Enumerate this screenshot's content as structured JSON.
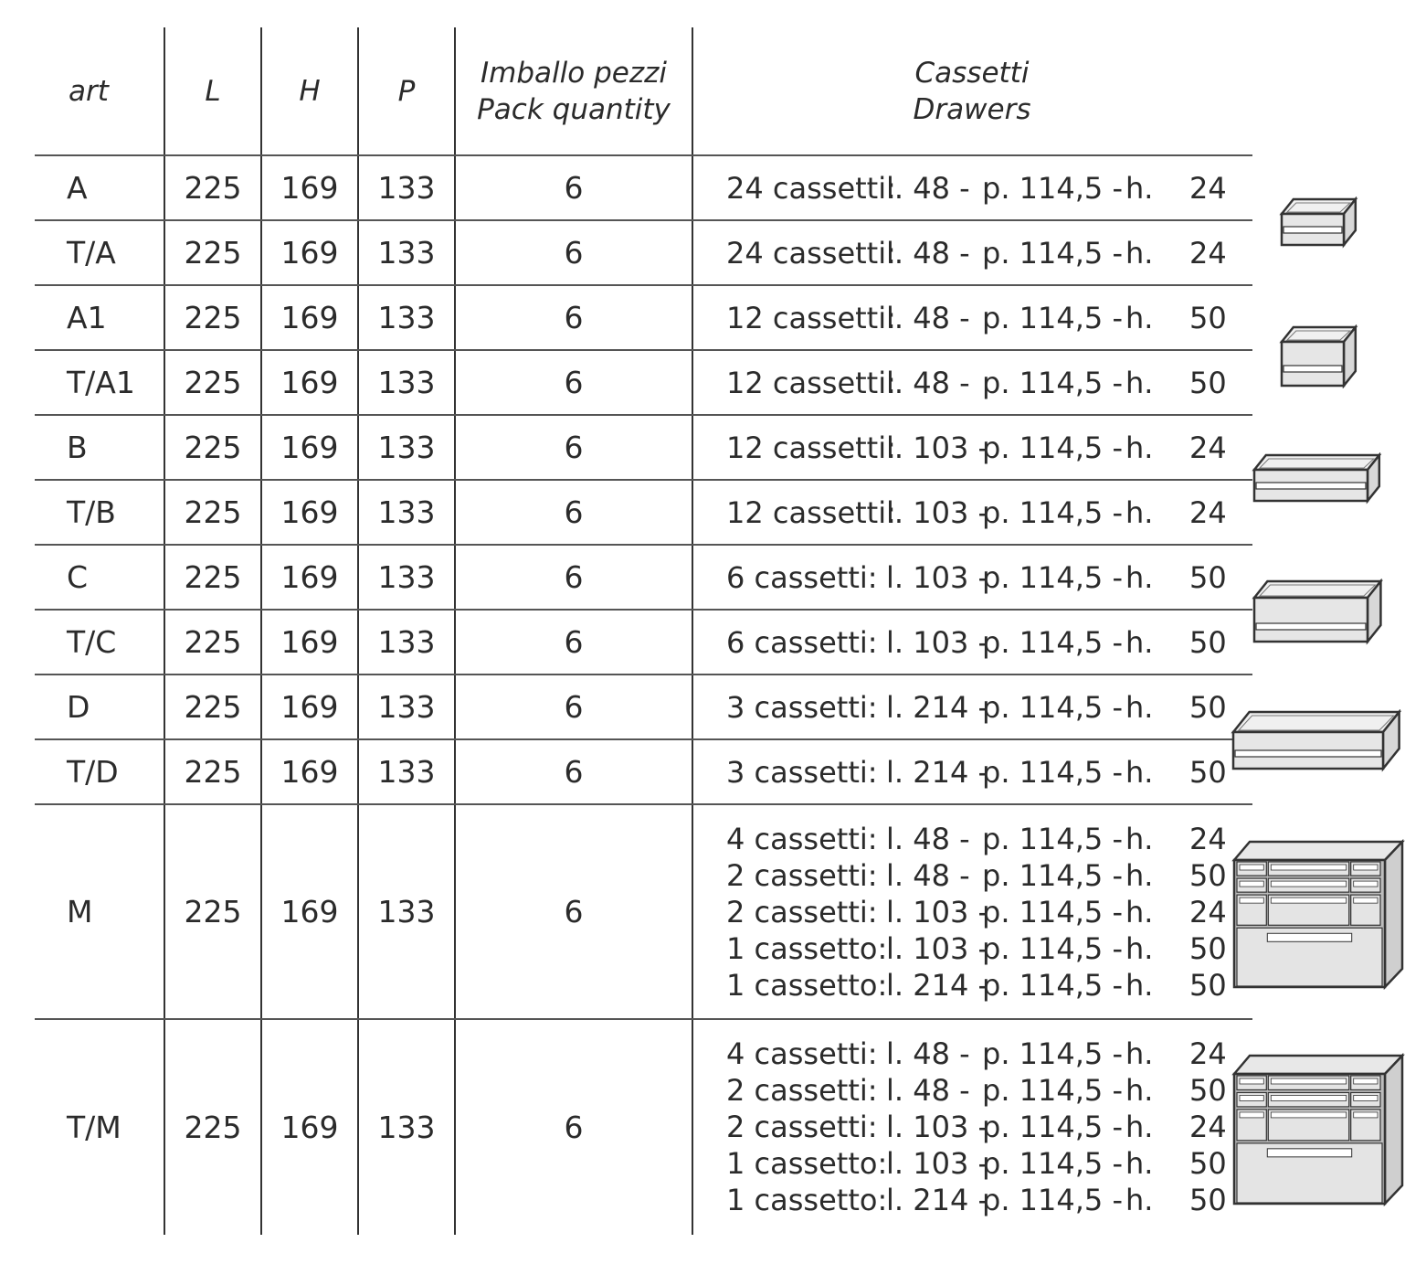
{
  "chart_data": {
    "type": "table",
    "columns": [
      {
        "key": "art",
        "label": "art"
      },
      {
        "key": "L",
        "label": "L"
      },
      {
        "key": "H",
        "label": "H"
      },
      {
        "key": "P",
        "label": "P"
      },
      {
        "key": "pack",
        "label_line1": "Imballo pezzi",
        "label_line2": "Pack quantity"
      },
      {
        "key": "drawers",
        "label_line1": "Cassetti",
        "label_line2": "Drawers"
      }
    ],
    "rows": [
      {
        "art": "A",
        "L": "225",
        "H": "169",
        "P": "133",
        "pack": "6",
        "drawers": [
          {
            "count": "24 cassetti:",
            "l": "l. 48 -",
            "p": "p. 114,5 -",
            "hl": "h.",
            "h": "24"
          }
        ]
      },
      {
        "art": "T/A",
        "L": "225",
        "H": "169",
        "P": "133",
        "pack": "6",
        "drawers": [
          {
            "count": "24 cassetti:",
            "l": "l. 48 -",
            "p": "p. 114,5 -",
            "hl": "h.",
            "h": "24"
          }
        ]
      },
      {
        "art": "A1",
        "L": "225",
        "H": "169",
        "P": "133",
        "pack": "6",
        "drawers": [
          {
            "count": "12 cassetti:",
            "l": "l. 48 -",
            "p": "p. 114,5 -",
            "hl": "h.",
            "h": "50"
          }
        ]
      },
      {
        "art": "T/A1",
        "L": "225",
        "H": "169",
        "P": "133",
        "pack": "6",
        "drawers": [
          {
            "count": "12 cassetti:",
            "l": "l. 48 -",
            "p": "p. 114,5 -",
            "hl": "h.",
            "h": "50"
          }
        ]
      },
      {
        "art": "B",
        "L": "225",
        "H": "169",
        "P": "133",
        "pack": "6",
        "drawers": [
          {
            "count": "12 cassetti:",
            "l": "l. 103 -",
            "p": "p. 114,5 -",
            "hl": "h.",
            "h": "24"
          }
        ]
      },
      {
        "art": "T/B",
        "L": "225",
        "H": "169",
        "P": "133",
        "pack": "6",
        "drawers": [
          {
            "count": "12 cassetti:",
            "l": "l. 103 -",
            "p": "p. 114,5 -",
            "hl": "h.",
            "h": "24"
          }
        ]
      },
      {
        "art": "C",
        "L": "225",
        "H": "169",
        "P": "133",
        "pack": "6",
        "drawers": [
          {
            "count": "6 cassetti:",
            "l": "l. 103 -",
            "p": "p. 114,5 -",
            "hl": "h.",
            "h": "50"
          }
        ]
      },
      {
        "art": "T/C",
        "L": "225",
        "H": "169",
        "P": "133",
        "pack": "6",
        "drawers": [
          {
            "count": "6 cassetti:",
            "l": "l. 103 -",
            "p": "p. 114,5 -",
            "hl": "h.",
            "h": "50"
          }
        ]
      },
      {
        "art": "D",
        "L": "225",
        "H": "169",
        "P": "133",
        "pack": "6",
        "drawers": [
          {
            "count": "3 cassetti:",
            "l": "l. 214 -",
            "p": "p. 114,5 -",
            "hl": "h.",
            "h": "50"
          }
        ]
      },
      {
        "art": "T/D",
        "L": "225",
        "H": "169",
        "P": "133",
        "pack": "6",
        "drawers": [
          {
            "count": "3 cassetti:",
            "l": "l. 214 -",
            "p": "p. 114,5 -",
            "hl": "h.",
            "h": "50"
          }
        ]
      },
      {
        "art": "M",
        "L": "225",
        "H": "169",
        "P": "133",
        "pack": "6",
        "drawers": [
          {
            "count": "4 cassetti:",
            "l": "l. 48 -",
            "p": "p. 114,5 -",
            "hl": "h.",
            "h": "24"
          },
          {
            "count": "2 cassetti:",
            "l": "l. 48 -",
            "p": "p. 114,5 -",
            "hl": "h.",
            "h": "50"
          },
          {
            "count": "2 cassetti:",
            "l": "l. 103 -",
            "p": "p. 114,5 -",
            "hl": "h.",
            "h": "24"
          },
          {
            "count": "1 cassetto:",
            "l": "l. 103 -",
            "p": "p. 114,5 -",
            "hl": "h.",
            "h": "50"
          },
          {
            "count": "1 cassetto:",
            "l": "l. 214 -",
            "p": "p. 114,5 -",
            "hl": "h.",
            "h": "50"
          }
        ]
      },
      {
        "art": "T/M",
        "L": "225",
        "H": "169",
        "P": "133",
        "pack": "6",
        "drawers": [
          {
            "count": "4 cassetti:",
            "l": "l. 48 -",
            "p": "p. 114,5 -",
            "hl": "h.",
            "h": "24"
          },
          {
            "count": "2 cassetti:",
            "l": "l. 48 -",
            "p": "p. 114,5 -",
            "hl": "h.",
            "h": "50"
          },
          {
            "count": "2 cassetti:",
            "l": "l. 103 -",
            "p": "p. 114,5 -",
            "hl": "h.",
            "h": "24"
          },
          {
            "count": "1 cassetto:",
            "l": "l. 103 -",
            "p": "p. 114,5 -",
            "hl": "h.",
            "h": "50"
          },
          {
            "count": "1 cassetto:",
            "l": "l. 214 -",
            "p": "p. 114,5 -",
            "hl": "h.",
            "h": "50"
          }
        ]
      }
    ],
    "illustrations": [
      {
        "name": "drawer-small-low-illustration"
      },
      {
        "name": "drawer-small-high-illustration"
      },
      {
        "name": "drawer-medium-low-illustration"
      },
      {
        "name": "drawer-medium-high-illustration"
      },
      {
        "name": "drawer-large-illustration"
      },
      {
        "name": "cabinet-m-illustration"
      },
      {
        "name": "cabinet-tm-illustration"
      }
    ],
    "colors": {
      "text": "#2b2b2b",
      "lines": "#333333",
      "drawer_fill": "#e6e6e6",
      "drawer_stroke": "#333333"
    }
  }
}
